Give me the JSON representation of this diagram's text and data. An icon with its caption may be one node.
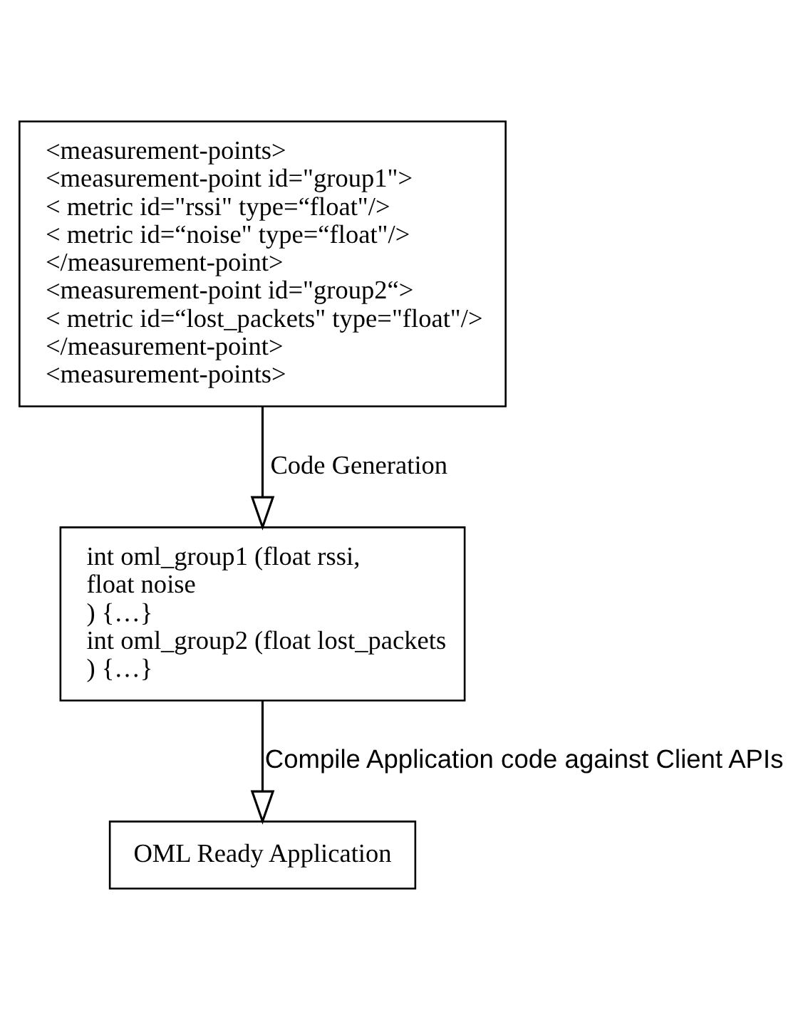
{
  "diagram": {
    "nodes": [
      {
        "text": [
          "<measurement-points>",
          "<measurement-point id=\"group1\">",
          "< metric id=\"rssi\" type=“float\"/>",
          "< metric id=“noise\" type=“float\"/>",
          "</measurement-point>",
          "<measurement-point id=\"group2“>",
          "< metric id=“lost_packets\" type=\"float\"/>",
          "</measurement-point>",
          "<measurement-points>"
        ]
      },
      {
        "text": [
          "int oml_group1 (float rssi,",
          "float noise",
          ") {…}",
          "int oml_group2 (float lost_packets",
          ") {…}"
        ]
      },
      {
        "text": [
          "OML Ready Application"
        ]
      }
    ],
    "edges": [
      {
        "from": 0,
        "to": 1,
        "arrow": "to",
        "label": "Code Generation"
      },
      {
        "from": 1,
        "to": 2,
        "arrow": "to",
        "label": "Compile Application code against Client APIs"
      }
    ]
  }
}
